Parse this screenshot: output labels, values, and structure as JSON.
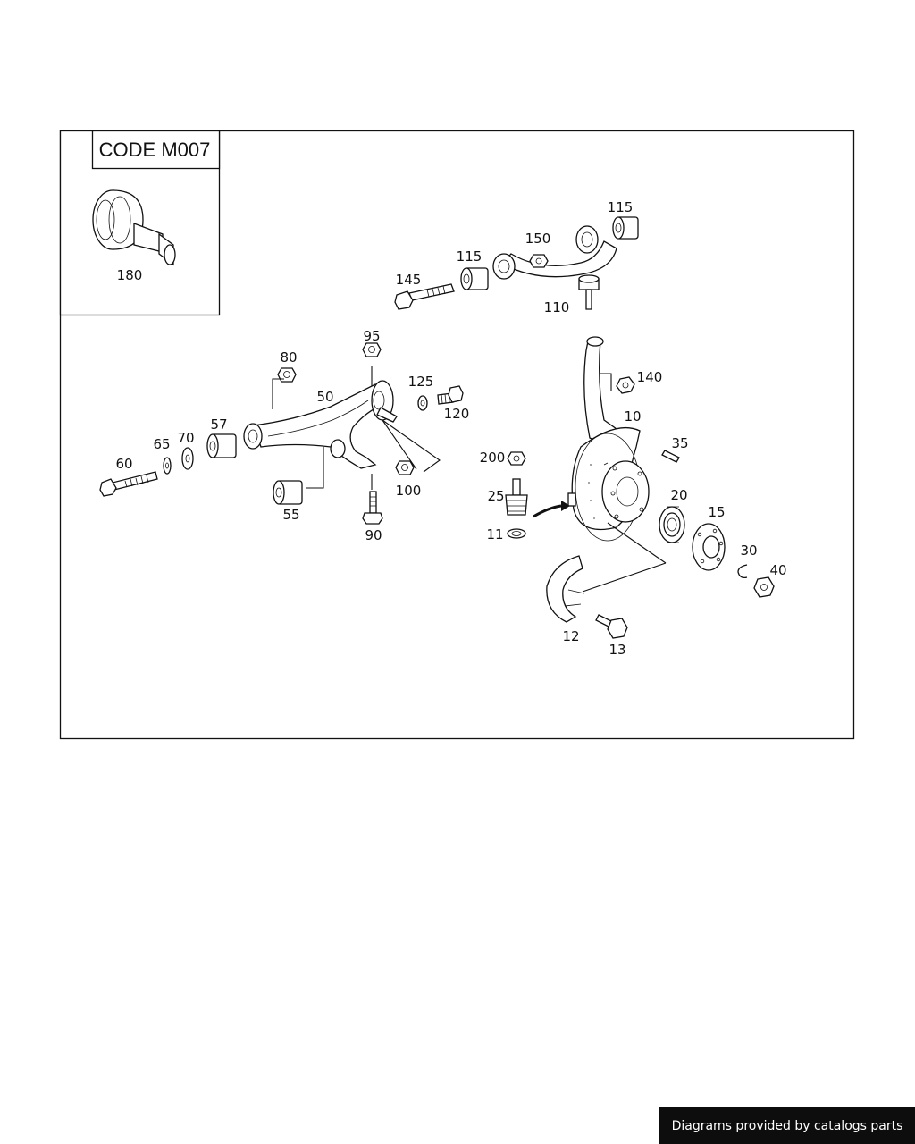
{
  "inset": {
    "code": "CODE M007",
    "part_label": "180"
  },
  "callouts": {
    "c10": "10",
    "c11": "11",
    "c12": "12",
    "c13": "13",
    "c15": "15",
    "c20": "20",
    "c25": "25",
    "c30": "30",
    "c35": "35",
    "c40": "40",
    "c50": "50",
    "c55": "55",
    "c57": "57",
    "c60": "60",
    "c65": "65",
    "c70": "70",
    "c80": "80",
    "c90": "90",
    "c95": "95",
    "c100": "100",
    "c110": "110",
    "c115a": "115",
    "c115b": "115",
    "c120": "120",
    "c125": "125",
    "c140": "140",
    "c145": "145",
    "c150": "150",
    "c200": "200"
  },
  "footer": {
    "text": "Diagrams provided by catalogs parts"
  },
  "colors": {
    "line": "#111111",
    "background": "#ffffff",
    "footer_bg": "#0d0d0d",
    "footer_text": "#ffffff"
  }
}
